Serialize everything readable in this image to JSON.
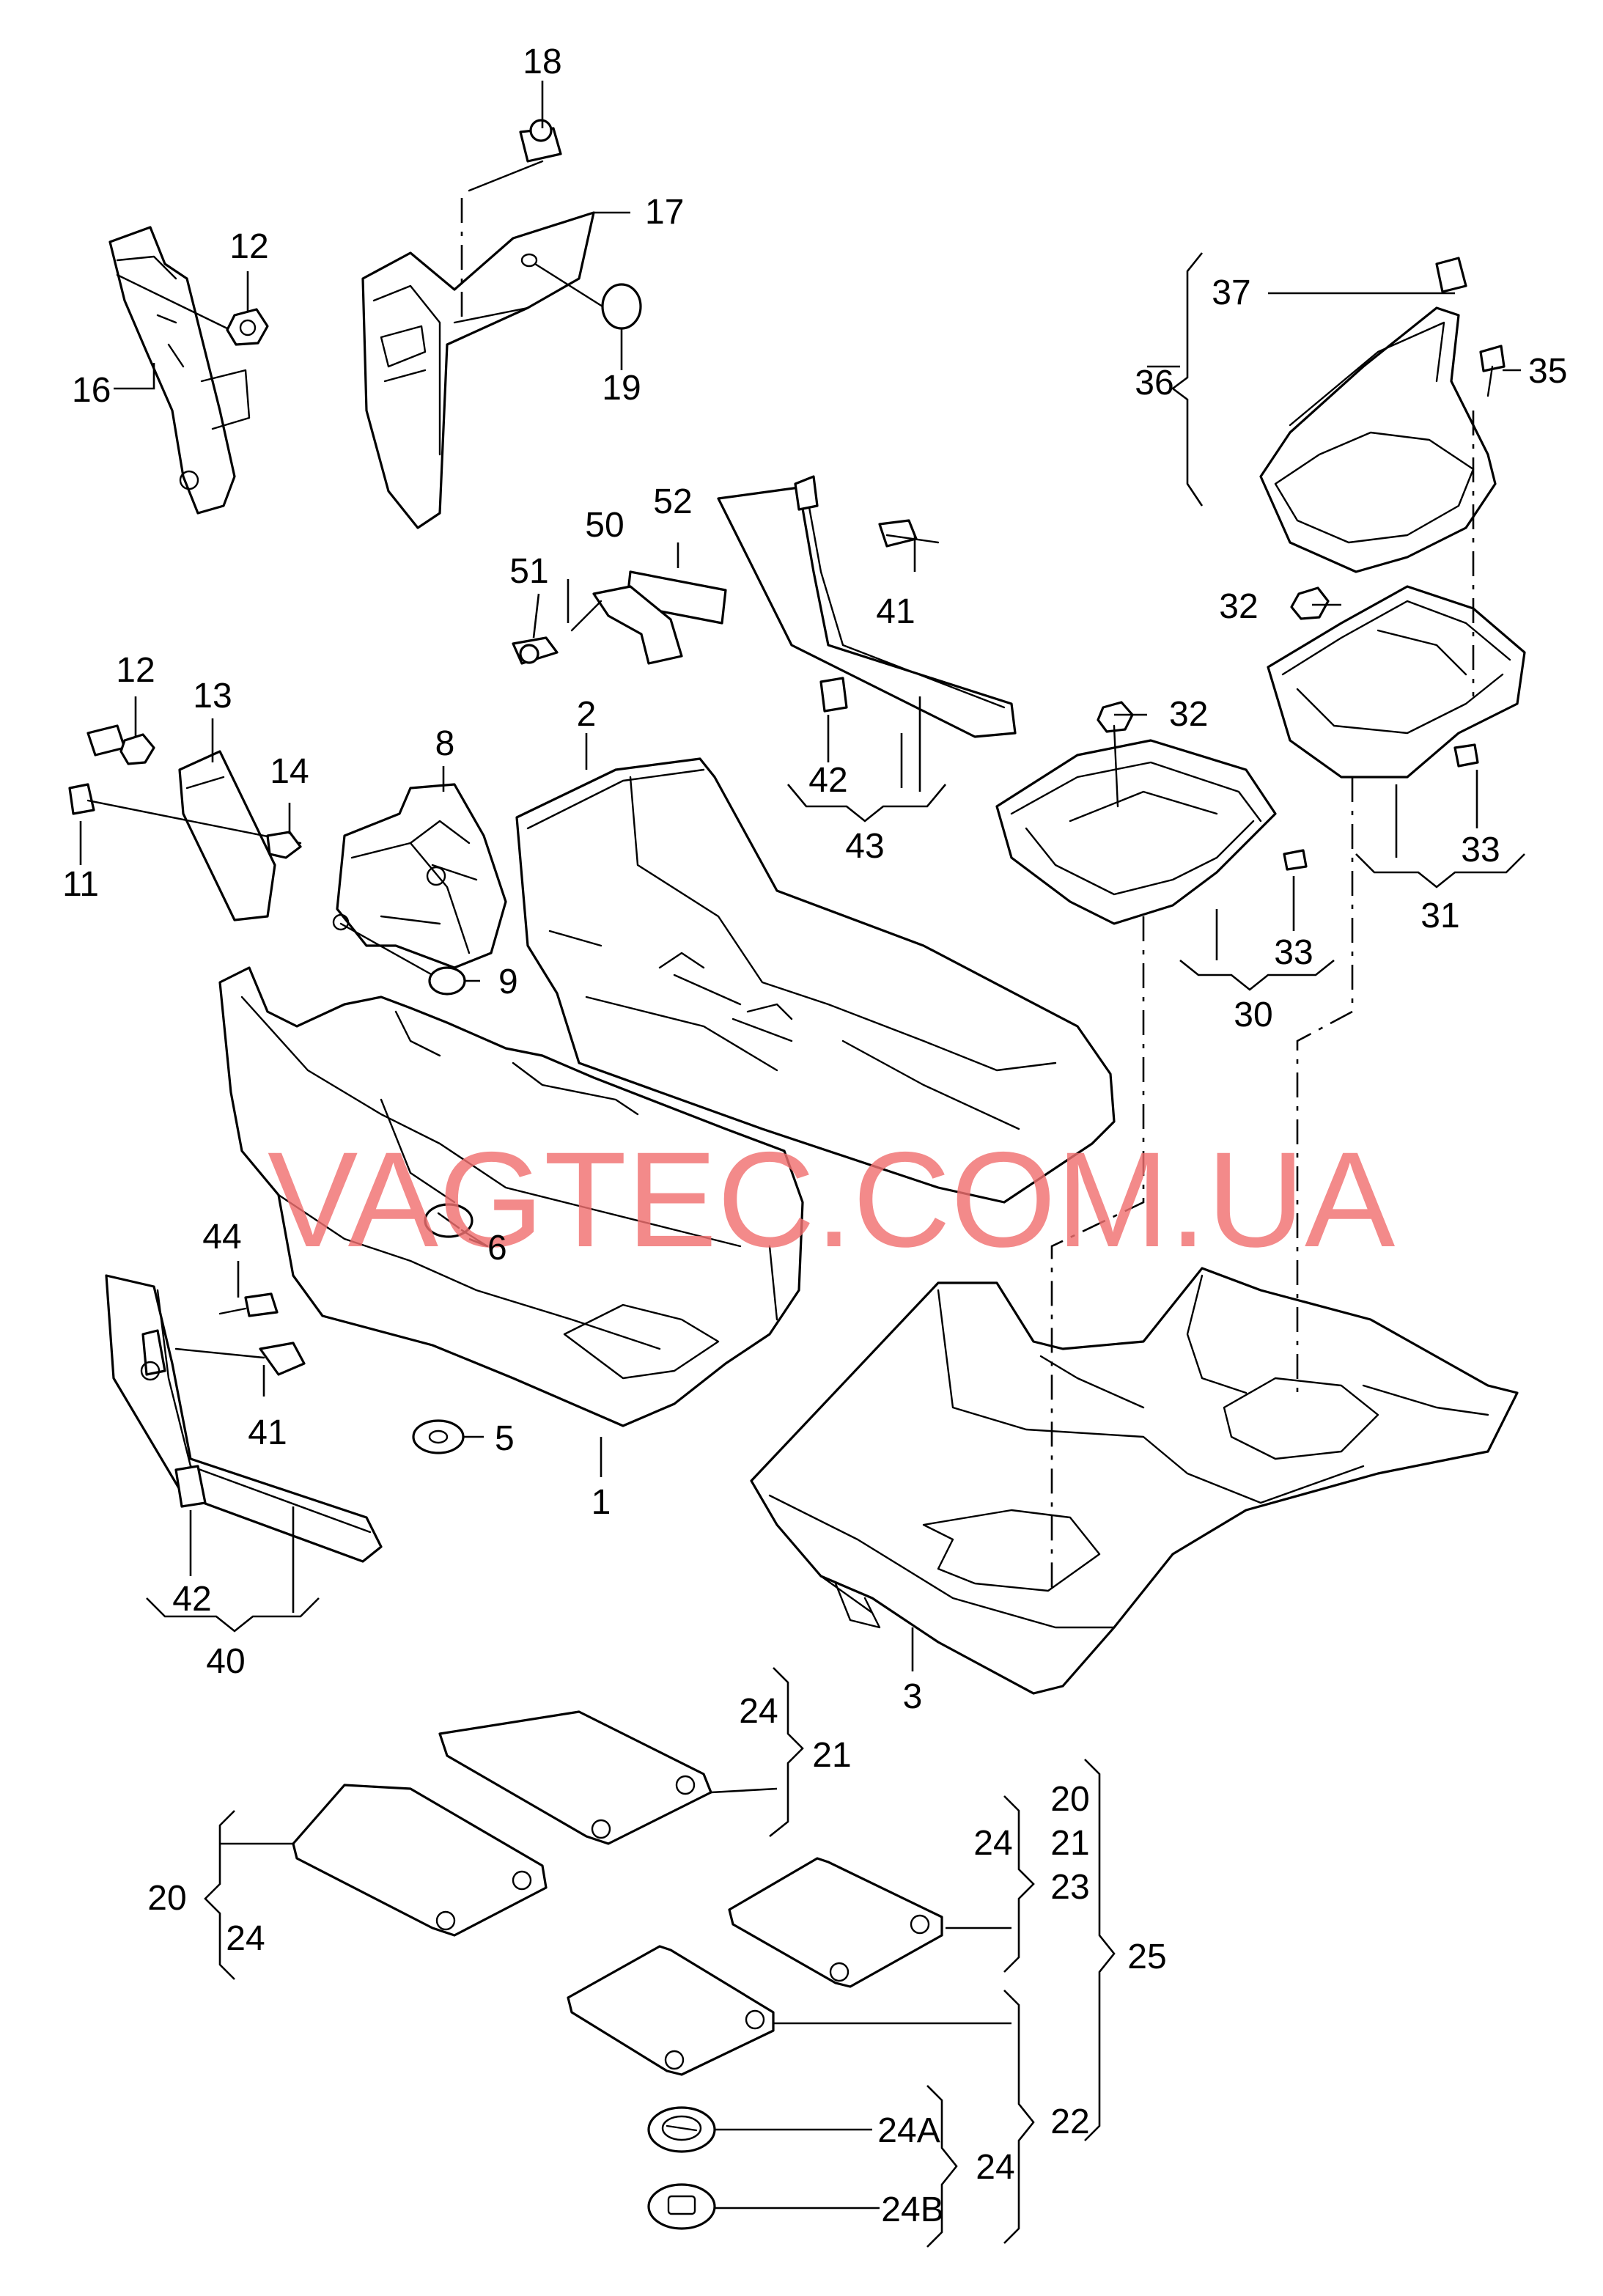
{
  "watermark": "VAGTEC.COM.UA",
  "labels": {
    "l1": "1",
    "l2": "2",
    "l3": "3",
    "l5": "5",
    "l6": "6",
    "l8": "8",
    "l9": "9",
    "l11": "11",
    "l12a": "12",
    "l12b": "12",
    "l13": "13",
    "l14": "14",
    "l16": "16",
    "l17": "17",
    "l18": "18",
    "l19": "19",
    "l20a": "20",
    "l20b": "20",
    "l21a": "21",
    "l21b": "21",
    "l22": "22",
    "l23": "23",
    "l24a": "24",
    "l24b": "24",
    "l24c": "24",
    "l24d": "24",
    "l24A": "24A",
    "l24B": "24B",
    "l25": "25",
    "l30": "30",
    "l31": "31",
    "l32a": "32",
    "l32b": "32",
    "l33a": "33",
    "l33b": "33",
    "l35": "35",
    "l36": "36",
    "l37": "37",
    "l40": "40",
    "l41a": "41",
    "l41b": "41",
    "l42a": "42",
    "l42b": "42",
    "l43": "43",
    "l44": "44",
    "l50": "50",
    "l51": "51",
    "l52": "52"
  }
}
